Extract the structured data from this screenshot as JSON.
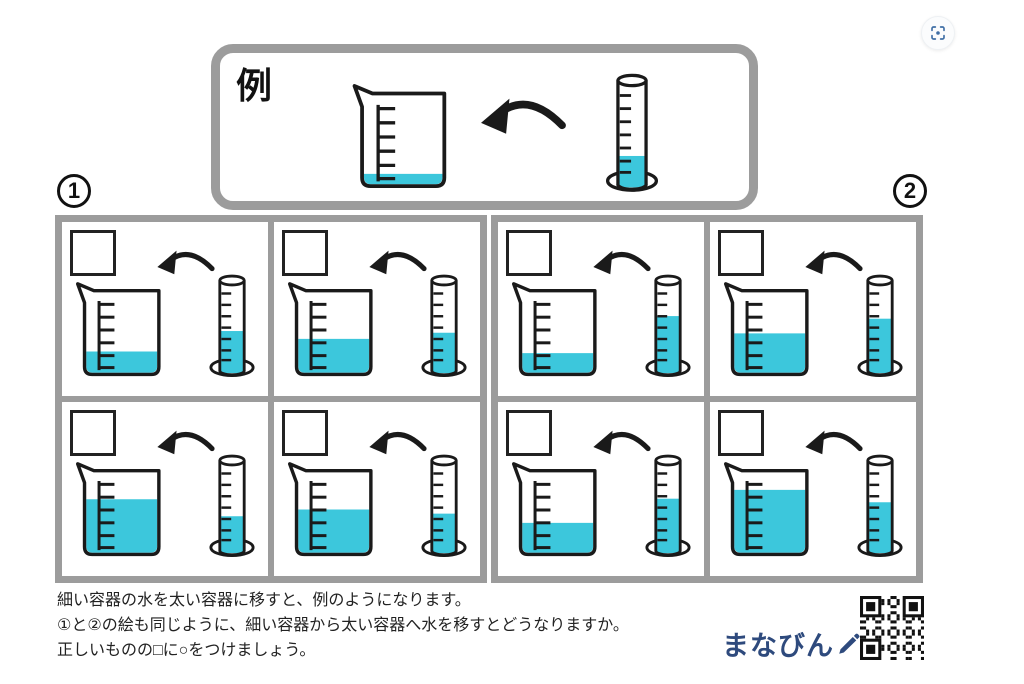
{
  "header": {
    "visual_search_button": {
      "icon": "scan-icon"
    }
  },
  "example": {
    "label": "例",
    "beaker_fill": 0.12,
    "cylinder_fill": 0.31
  },
  "sections": [
    {
      "number": "1",
      "panels": [
        {
          "checkbox_checked": false,
          "beaker_fill": 0.27,
          "cylinder_fill": 0.48
        },
        {
          "checkbox_checked": false,
          "beaker_fill": 0.43,
          "cylinder_fill": 0.46
        },
        {
          "checkbox_checked": false,
          "beaker_fill": 0.68,
          "cylinder_fill": 0.42
        },
        {
          "checkbox_checked": false,
          "beaker_fill": 0.55,
          "cylinder_fill": 0.45
        }
      ]
    },
    {
      "number": "2",
      "panels": [
        {
          "checkbox_checked": false,
          "beaker_fill": 0.25,
          "cylinder_fill": 0.65
        },
        {
          "checkbox_checked": false,
          "beaker_fill": 0.5,
          "cylinder_fill": 0.62
        },
        {
          "checkbox_checked": false,
          "beaker_fill": 0.38,
          "cylinder_fill": 0.62
        },
        {
          "checkbox_checked": false,
          "beaker_fill": 0.8,
          "cylinder_fill": 0.58
        }
      ]
    }
  ],
  "instructions": {
    "line1": "細い容器の水を太い容器に移すと、例のようになります。",
    "line2": "①と②の絵も同じように、細い容器から太い容器へ水を移すとどうなりますか。",
    "line3": "正しいものの□に○をつけましょう。"
  },
  "footer": {
    "brand": "まなびん",
    "brand_icon": "pencil-icon",
    "qr_icon": "qr-code"
  },
  "colors": {
    "water": "#3cc7dc",
    "frame": "#9c9c9c",
    "ink": "#1a1a1a",
    "brand": "#2e4a7d",
    "accent_icon": "#3f6ea5"
  }
}
